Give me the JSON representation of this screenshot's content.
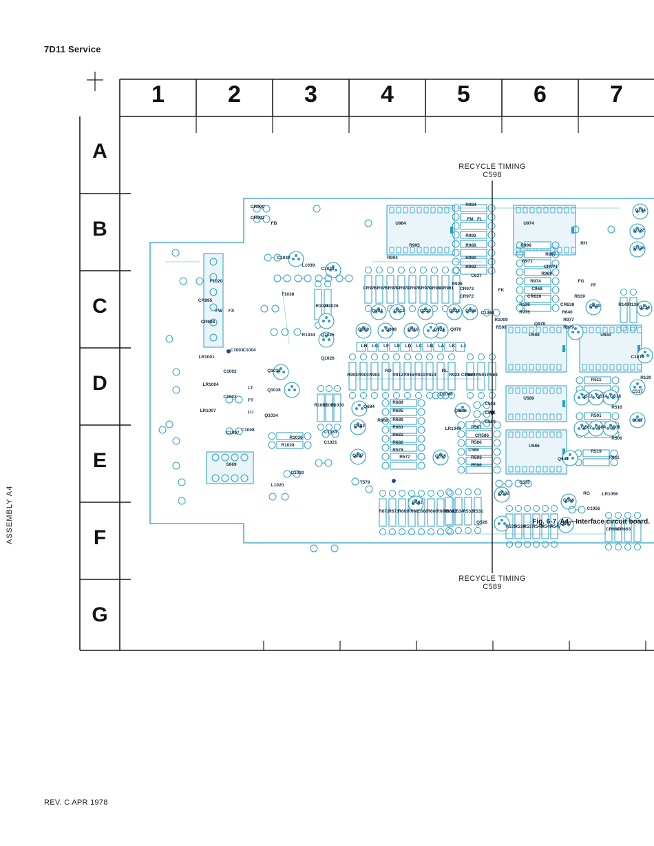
{
  "header": {
    "title": "7D11 Service"
  },
  "grid": {
    "columns": [
      "1",
      "2",
      "3",
      "4",
      "5",
      "6",
      "7"
    ],
    "rows": [
      "A",
      "B",
      "C",
      "D",
      "E",
      "F",
      "G"
    ]
  },
  "annotations": {
    "top_label": "RECYCLE TIMING",
    "top_ref": "C598",
    "bottom_label": "RECYCLE TIMING",
    "bottom_ref": "C589"
  },
  "components": [
    {
      "id": "cr990",
      "label": "CR990"
    },
    {
      "id": "cr993",
      "label": "CR993"
    },
    {
      "id": "fb",
      "label": "FB"
    },
    {
      "id": "u984",
      "label": "U984"
    },
    {
      "id": "r984",
      "label": "R984"
    },
    {
      "id": "fm",
      "label": "FM"
    },
    {
      "id": "fl",
      "label": "FL"
    },
    {
      "id": "u974",
      "label": "U974"
    },
    {
      "id": "r992",
      "label": "R992"
    },
    {
      "id": "r989",
      "label": "R989"
    },
    {
      "id": "r995",
      "label": "R995"
    },
    {
      "id": "r994",
      "label": "R994"
    },
    {
      "id": "r990",
      "label": "R990"
    },
    {
      "id": "r993",
      "label": "R993"
    },
    {
      "id": "c637",
      "label": "C637"
    },
    {
      "id": "r998",
      "label": "R998"
    },
    {
      "id": "r997",
      "label": "R997"
    },
    {
      "id": "r971",
      "label": "R971"
    },
    {
      "id": "cr971",
      "label": "CR971"
    },
    {
      "id": "r969",
      "label": "R969"
    },
    {
      "id": "r974",
      "label": "R974"
    },
    {
      "id": "c968",
      "label": "C968"
    },
    {
      "id": "cr639",
      "label": "CR639"
    },
    {
      "id": "r638",
      "label": "R638"
    },
    {
      "id": "r976",
      "label": "R976"
    },
    {
      "id": "cr638",
      "label": "CR638"
    },
    {
      "id": "r640",
      "label": "R640"
    },
    {
      "id": "r639",
      "label": "R639"
    },
    {
      "id": "r977",
      "label": "R977"
    },
    {
      "id": "r979",
      "label": "R979"
    },
    {
      "id": "rh",
      "label": "RH"
    },
    {
      "id": "fg",
      "label": "FG"
    },
    {
      "id": "ff",
      "label": "FF"
    },
    {
      "id": "fk",
      "label": "FK"
    },
    {
      "id": "q640",
      "label": "Q640"
    },
    {
      "id": "q978",
      "label": "Q978"
    },
    {
      "id": "r1009",
      "label": "R1009"
    },
    {
      "id": "r599",
      "label": "R599"
    },
    {
      "id": "c1009",
      "label": "C1009"
    },
    {
      "id": "cr973",
      "label": "CR973"
    },
    {
      "id": "cr972",
      "label": "CR972"
    },
    {
      "id": "f1020",
      "label": "F1020"
    },
    {
      "id": "cr995",
      "label": "CR995"
    },
    {
      "id": "fw",
      "label": "FW"
    },
    {
      "id": "fx",
      "label": "FX"
    },
    {
      "id": "cr998",
      "label": "CR998"
    },
    {
      "id": "c1039",
      "label": "C1039"
    },
    {
      "id": "l1039",
      "label": "L1039"
    },
    {
      "id": "c1038",
      "label": "C1038"
    },
    {
      "id": "t1038",
      "label": "T1038"
    },
    {
      "id": "r1024",
      "label": "R1024"
    },
    {
      "id": "r1026",
      "label": "R1026"
    },
    {
      "id": "r1034",
      "label": "R1034"
    },
    {
      "id": "q1025",
      "label": "Q1025"
    },
    {
      "id": "q1026",
      "label": "Q1026"
    },
    {
      "id": "q1036",
      "label": "Q1036"
    },
    {
      "id": "q1038",
      "label": "Q1038"
    },
    {
      "id": "q1034",
      "label": "Q1034"
    },
    {
      "id": "c1001",
      "label": "C1001"
    },
    {
      "id": "c1004",
      "label": "C1004"
    },
    {
      "id": "c1002",
      "label": "C1002"
    },
    {
      "id": "c1003",
      "label": "C1003"
    },
    {
      "id": "c1007",
      "label": "C1007"
    },
    {
      "id": "c1008",
      "label": "C1008"
    },
    {
      "id": "lt",
      "label": "LT"
    },
    {
      "id": "ft",
      "label": "FT"
    },
    {
      "id": "lu",
      "label": "LU"
    },
    {
      "id": "lr1001",
      "label": "LR1001"
    },
    {
      "id": "lr1004",
      "label": "LR1004"
    },
    {
      "id": "lr1007",
      "label": "LR1007"
    },
    {
      "id": "r1033",
      "label": "R1033"
    },
    {
      "id": "r1031",
      "label": "R1031"
    },
    {
      "id": "r1030",
      "label": "R1030"
    },
    {
      "id": "c1033",
      "label": "C1033"
    },
    {
      "id": "c1021",
      "label": "C1021"
    },
    {
      "id": "r1036",
      "label": "R1036"
    },
    {
      "id": "r1028",
      "label": "R1028"
    },
    {
      "id": "s669",
      "label": "S669"
    },
    {
      "id": "l1020",
      "label": "L1020"
    },
    {
      "id": "c1020",
      "label": "C1020"
    },
    {
      "id": "q900",
      "label": "Q900"
    },
    {
      "id": "q904",
      "label": "Q904"
    },
    {
      "id": "q908",
      "label": "Q908"
    },
    {
      "id": "q912",
      "label": "Q912"
    },
    {
      "id": "q916",
      "label": "Q916"
    },
    {
      "id": "q920",
      "label": "Q920"
    },
    {
      "id": "q924",
      "label": "Q924"
    },
    {
      "id": "q928",
      "label": "Q928"
    },
    {
      "id": "q970",
      "label": "Q970"
    },
    {
      "id": "q968",
      "label": "Q968"
    },
    {
      "id": "cr976",
      "label": "CR976"
    },
    {
      "id": "cr975",
      "label": "CR975"
    },
    {
      "id": "cr974",
      "label": "CR974"
    },
    {
      "id": "cr977",
      "label": "CR977"
    },
    {
      "id": "cr978",
      "label": "CR978"
    },
    {
      "id": "cr979",
      "label": "CR979"
    },
    {
      "id": "cr980",
      "label": "CR980"
    },
    {
      "id": "cr981",
      "label": "CR981"
    },
    {
      "id": "r926",
      "label": "R926"
    },
    {
      "id": "lh",
      "label": "LH"
    },
    {
      "id": "lg",
      "label": "LG"
    },
    {
      "id": "lf",
      "label": "LF"
    },
    {
      "id": "le",
      "label": "LE"
    },
    {
      "id": "ld",
      "label": "LD"
    },
    {
      "id": "lc",
      "label": "LC"
    },
    {
      "id": "lb",
      "label": "LB"
    },
    {
      "id": "la",
      "label": "LA"
    },
    {
      "id": "lk",
      "label": "LK"
    },
    {
      "id": "lj",
      "label": "LJ"
    },
    {
      "id": "r908",
      "label": "R908"
    },
    {
      "id": "r900",
      "label": "R900"
    },
    {
      "id": "r904",
      "label": "R904"
    },
    {
      "id": "rd",
      "label": "RD"
    },
    {
      "id": "r912",
      "label": "R912"
    },
    {
      "id": "r916",
      "label": "R916"
    },
    {
      "id": "r920",
      "label": "R920"
    },
    {
      "id": "r924",
      "label": "R924"
    },
    {
      "id": "rl",
      "label": "RL"
    },
    {
      "id": "r928",
      "label": "R928"
    },
    {
      "id": "cr967",
      "label": "CR967"
    },
    {
      "id": "r598",
      "label": "R598"
    },
    {
      "id": "r591",
      "label": "R591"
    },
    {
      "id": "r589",
      "label": "R589"
    },
    {
      "id": "u598",
      "label": "U598"
    },
    {
      "id": "u640",
      "label": "U640"
    },
    {
      "id": "c1046",
      "label": "C1046"
    },
    {
      "id": "r689",
      "label": "R689"
    },
    {
      "id": "r685",
      "label": "R685"
    },
    {
      "id": "r686",
      "label": "R686"
    },
    {
      "id": "r683",
      "label": "R683"
    },
    {
      "id": "r681",
      "label": "R681"
    },
    {
      "id": "r682",
      "label": "R682"
    },
    {
      "id": "r688",
      "label": "R688"
    },
    {
      "id": "q684",
      "label": "Q684"
    },
    {
      "id": "q682",
      "label": "Q682"
    },
    {
      "id": "q687",
      "label": "Q687"
    },
    {
      "id": "r578",
      "label": "R578"
    },
    {
      "id": "r577",
      "label": "R577"
    },
    {
      "id": "q595",
      "label": "Q595"
    },
    {
      "id": "lr1048",
      "label": "LR1048"
    },
    {
      "id": "q588",
      "label": "Q588"
    },
    {
      "id": "c598",
      "label": "C598"
    },
    {
      "id": "c591",
      "label": "C591"
    },
    {
      "id": "c589",
      "label": "C589"
    },
    {
      "id": "u589",
      "label": "U589"
    },
    {
      "id": "r587",
      "label": "R587"
    },
    {
      "id": "cr586",
      "label": "CR586"
    },
    {
      "id": "r586",
      "label": "R586"
    },
    {
      "id": "c586",
      "label": "C586"
    },
    {
      "id": "r593",
      "label": "R593"
    },
    {
      "id": "r596",
      "label": "R596"
    },
    {
      "id": "u586",
      "label": "U586"
    },
    {
      "id": "r511",
      "label": "R511"
    },
    {
      "id": "q512",
      "label": "Q512"
    },
    {
      "id": "q514",
      "label": "Q514"
    },
    {
      "id": "q518",
      "label": "Q518"
    },
    {
      "id": "r516",
      "label": "R516"
    },
    {
      "id": "r501",
      "label": "R501"
    },
    {
      "id": "q502",
      "label": "Q502"
    },
    {
      "id": "q504",
      "label": "Q504"
    },
    {
      "id": "q508",
      "label": "Q508"
    },
    {
      "id": "r506",
      "label": "R506"
    },
    {
      "id": "r519",
      "label": "R519"
    },
    {
      "id": "r641",
      "label": "R641"
    },
    {
      "id": "q641",
      "label": "Q641"
    },
    {
      "id": "t579",
      "label": "T579"
    },
    {
      "id": "q662",
      "label": "Q662"
    },
    {
      "id": "r672",
      "label": "R672"
    },
    {
      "id": "r671",
      "label": "R671"
    },
    {
      "id": "r669",
      "label": "R669"
    },
    {
      "id": "r668",
      "label": "R668"
    },
    {
      "id": "c668",
      "label": "C668"
    },
    {
      "id": "r666",
      "label": "R666"
    },
    {
      "id": "r664",
      "label": "R664"
    },
    {
      "id": "r663",
      "label": "R663"
    },
    {
      "id": "r661",
      "label": "R661"
    },
    {
      "id": "c534",
      "label": "C534"
    },
    {
      "id": "r532",
      "label": "R532"
    },
    {
      "id": "r531",
      "label": "R531"
    },
    {
      "id": "q528",
      "label": "Q528"
    },
    {
      "id": "c535",
      "label": "C535"
    },
    {
      "id": "q532",
      "label": "Q532"
    },
    {
      "id": "r535",
      "label": "R535"
    },
    {
      "id": "r538",
      "label": "R538"
    },
    {
      "id": "r537",
      "label": "R537"
    },
    {
      "id": "r548",
      "label": "R548"
    },
    {
      "id": "r549",
      "label": "R549"
    },
    {
      "id": "r547",
      "label": "R547"
    },
    {
      "id": "q546",
      "label": "Q546"
    },
    {
      "id": "q547",
      "label": "Q547"
    },
    {
      "id": "rg",
      "label": "RG"
    },
    {
      "id": "lr1056",
      "label": "LR1056"
    },
    {
      "id": "c1056",
      "label": "C1056"
    },
    {
      "id": "q194",
      "label": "Q194"
    },
    {
      "id": "q192",
      "label": "Q192"
    },
    {
      "id": "q198",
      "label": "Q198"
    },
    {
      "id": "q134",
      "label": "Q134"
    },
    {
      "id": "r140",
      "label": "R140"
    },
    {
      "id": "r138",
      "label": "R138"
    },
    {
      "id": "c1019",
      "label": "C1019"
    },
    {
      "id": "r139",
      "label": "R139"
    },
    {
      "id": "c517",
      "label": "C517"
    },
    {
      "id": "c507",
      "label": "C507"
    },
    {
      "id": "cr664",
      "label": "CR664"
    },
    {
      "id": "cr663",
      "label": "CR663"
    }
  ],
  "caption": "Fig. 6-7.  A4—Interface circuit board.",
  "footer": {
    "revision": "REV. C APR 1978"
  },
  "sidebar": {
    "label": "ASSEMBLY A4"
  },
  "colors": {
    "trace": "#2a9ec4",
    "pad": "#2a9ec4",
    "grid": "#1a1a1a",
    "label": "#111111"
  }
}
